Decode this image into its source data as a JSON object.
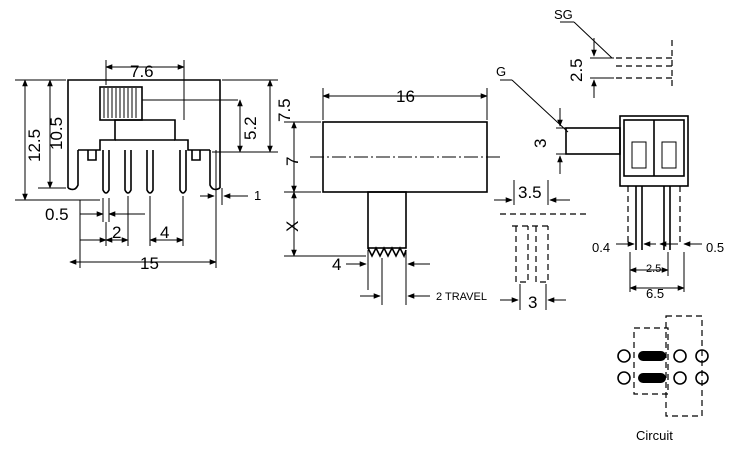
{
  "dimensions": {
    "front_width_top": "7.6",
    "front_height_total": "12.5",
    "front_height_body": "10.5",
    "front_height_top": "7.5",
    "front_height_inner": "5.2",
    "front_pin_width": "0.5",
    "front_pitch_a": "2",
    "front_pitch_b": "4",
    "front_width_total": "15",
    "front_right_small": "1",
    "side_length": "16",
    "side_height": "7",
    "side_actuator_x": "X",
    "side_actuator_width": "4",
    "side_travel": "2 TRAVEL",
    "right_slot_width": "3.5",
    "right_travel_3": "3",
    "sg_label": "SG",
    "sg_dim": "2.5",
    "g_label": "G",
    "g_dim": "3",
    "end_left": "0.4",
    "end_right": "0.5",
    "end_pitch": "2.5",
    "end_total": "6.5"
  },
  "circuit": {
    "caption": "Circuit"
  }
}
